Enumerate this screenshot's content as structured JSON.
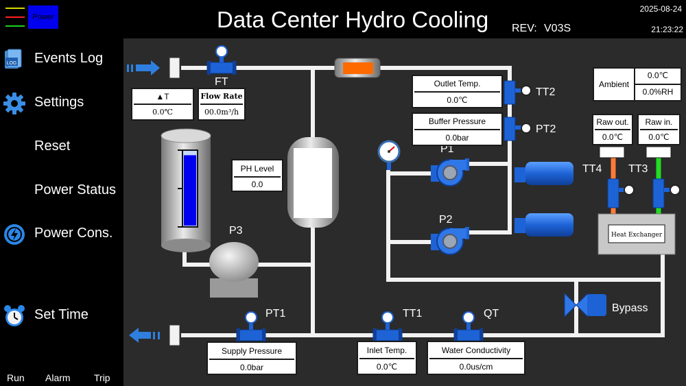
{
  "header": {
    "title": "Data Center Hydro Cooling",
    "power_label": "Power",
    "rev_label": "REV:",
    "rev_value": "V03S",
    "date": "2025-08-24",
    "time": "21:23:22"
  },
  "sidebar": {
    "items": [
      {
        "label": "Events Log",
        "icon": "events-log-icon"
      },
      {
        "label": "Settings",
        "icon": "gear-icon"
      },
      {
        "label": "Reset",
        "icon": ""
      },
      {
        "label": "Power Status",
        "icon": ""
      },
      {
        "label": "Power Cons.",
        "icon": "power-icon"
      },
      {
        "label": "Set Time",
        "icon": "alarm-clock-icon"
      }
    ],
    "log_icon_text": "LOG",
    "status": {
      "run": "Run",
      "alarm": "Alarm",
      "trip": "Trip"
    }
  },
  "readouts": {
    "delta_t": {
      "label": "▲T",
      "value": "0.0℃"
    },
    "flow_rate": {
      "label": "Flow Rate",
      "value": "00.0m³/h"
    },
    "ph_level": {
      "label": "PH Level",
      "value": "0.0"
    },
    "outlet_temp": {
      "label": "Outlet Temp.",
      "value": "0.0℃"
    },
    "buffer_pressure": {
      "label": "Buffer Pressure",
      "value": "0.0bar"
    },
    "ambient": {
      "label": "Ambient",
      "temp": "0.0℃",
      "humidity": "0.0%RH"
    },
    "raw_out": {
      "label": "Raw out.",
      "value": "0.0℃"
    },
    "raw_in": {
      "label": "Raw in.",
      "value": "0.0℃"
    },
    "supply_pressure": {
      "label": "Supply Pressure",
      "value": "0.0bar"
    },
    "inlet_temp": {
      "label": "Inlet Temp.",
      "value": "0.0℃"
    },
    "water_conductivity": {
      "label": "Water Conductivity",
      "value": "0.0us/cm"
    }
  },
  "tags": {
    "ft": "FT",
    "tt2": "TT2",
    "pt2": "PT2",
    "p1": "P1",
    "p2": "P2",
    "p3": "P3",
    "tt4": "TT4",
    "tt3": "TT3",
    "pt1": "PT1",
    "tt1": "TT1",
    "qt": "QT",
    "bypass": "Bypass"
  },
  "heat_exchanger_label": "Heat Exchanger",
  "tank_level": 0.95,
  "colors": {
    "pipe": "#f2f2f2",
    "equipment_blue": "#1e63d6",
    "flow_arrow": "#2f7fe0",
    "tank_fill": "#0000ee",
    "heater": "#ff6a00",
    "raw_out_pipe": "#ff7a3a",
    "raw_in_pipe": "#22dd22",
    "background": "#2b2b2b"
  }
}
